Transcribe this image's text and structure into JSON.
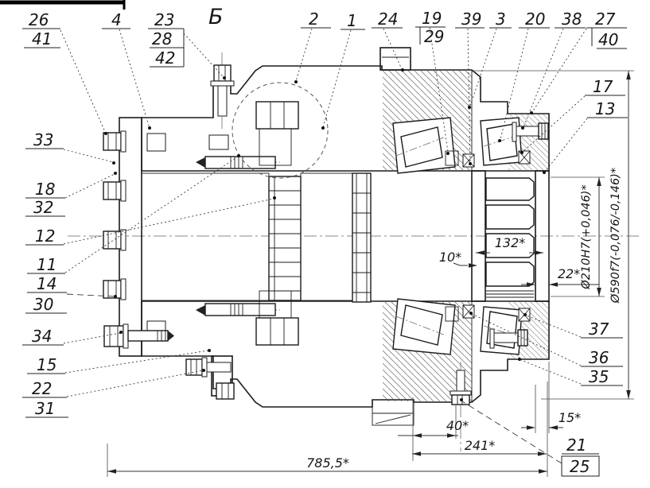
{
  "drawing": {
    "view_label": "Б",
    "callouts": {
      "n1": "1",
      "n2": "2",
      "n3": "3",
      "n4": "4",
      "n11": "11",
      "n12": "12",
      "n13": "13",
      "n14": "14",
      "n15": "15",
      "n17": "17",
      "n18": "18",
      "n19": "19",
      "n20": "20",
      "n21": "21",
      "n22": "22",
      "n23": "23",
      "n24": "24",
      "n25": "25",
      "n26": "26",
      "n27": "27",
      "n28": "28",
      "n29": "29",
      "n30": "30",
      "n31": "31",
      "n32": "32",
      "n33": "33",
      "n34": "34",
      "n35": "35",
      "n36": "36",
      "n37": "37",
      "n38": "38",
      "n39": "39",
      "n40": "40",
      "n41": "41",
      "n42": "42"
    },
    "dimensions": {
      "width_132": "132*",
      "width_10": "10*",
      "width_22": "22*",
      "width_40": "40*",
      "width_241": "241*",
      "width_15": "15*",
      "overall_length": "785,5*",
      "bore_diameter": "Ø210H7(+0,046)*",
      "rim_diameter": "Ø590f7(-0,076/-0,146)*"
    }
  }
}
